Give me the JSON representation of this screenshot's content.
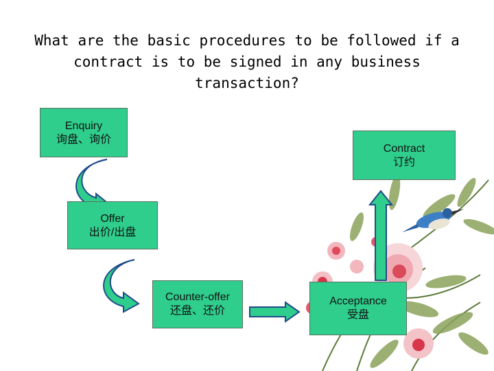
{
  "title": {
    "line1": "What are the basic procedures to be followed if a",
    "line2": "contract is to be signed in any business transaction?"
  },
  "steps": {
    "enquiry": {
      "en": "Enquiry",
      "zh": "询盘、询价"
    },
    "offer": {
      "en": "Offer",
      "zh": "出价/出盘"
    },
    "counter_offer": {
      "en": "Counter-offer",
      "zh": "还盘、还价"
    },
    "acceptance": {
      "en": "Acceptance",
      "zh": "受盘"
    },
    "contract": {
      "en": "Contract",
      "zh": "订约"
    }
  },
  "colors": {
    "box_fill": "#2fce8c",
    "arrow_fill": "#2fce8c",
    "arrow_outline": "#1f4a8a"
  }
}
